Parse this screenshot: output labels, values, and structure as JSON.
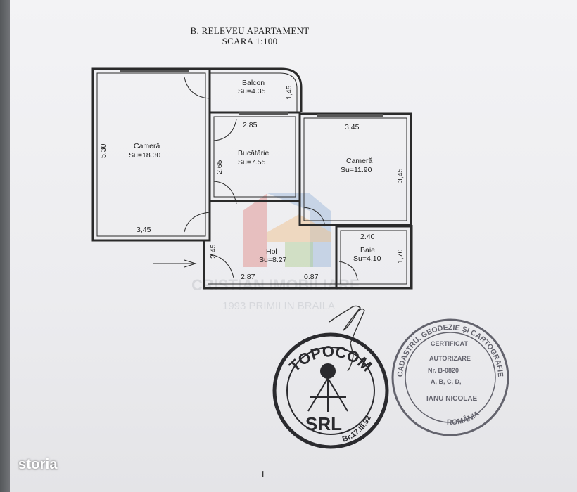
{
  "document": {
    "title_line1": "B. RELEVEU APARTAMENT",
    "title_line2": "SCARA 1:100",
    "page_number": "1"
  },
  "rooms": {
    "balcon": {
      "name": "Balcon",
      "area": "Su=4.35"
    },
    "camera1": {
      "name": "Cameră",
      "area": "Su=18.30"
    },
    "bucatarie": {
      "name": "Bucătărie",
      "area": "Su=7.55"
    },
    "camera2": {
      "name": "Cameră",
      "area": "Su=11.90"
    },
    "hol": {
      "name": "Hol",
      "area": "Su=8.27"
    },
    "baie": {
      "name": "Baie",
      "area": "Su=4.10"
    }
  },
  "dimensions": {
    "camera1_height": "5.30",
    "camera1_width": "3,45",
    "balcon_height": "1,45",
    "bucatarie_width": "2,85",
    "bucatarie_height": "2.65",
    "camera2_width": "3,45",
    "camera2_height": "3,45",
    "hol_height": "2.45",
    "hol_width": "2.87",
    "hol_width2": "0.87",
    "baie_width": "2.40",
    "baie_height": "1,70"
  },
  "watermark": {
    "line1": "CRISTIAN IMOBILIARE",
    "line2": "1993 PRIMII IN BRAILA"
  },
  "stamps": {
    "topocom": {
      "top": "TOPOCOM",
      "bottom": "SRL",
      "ring_tail": "Br.17.III.92"
    },
    "cadastru": {
      "ring_top": "CADASTRU, GEODEZIE ŞI CARTOGRAFIE",
      "ring_bottom": "ROMÂNIA",
      "line1": "CERTIFICAT",
      "line2": "AUTORIZARE",
      "line3": "Nr. B-0820",
      "line4": "A, B, C, D,",
      "line5": "IANU NICOLAE"
    }
  },
  "branding": {
    "logo": "storia"
  },
  "colors": {
    "ink": "#1d1d1d",
    "stamp_ink": "#2a2a2e",
    "watermark_red": "#d9534f",
    "watermark_blue": "#4f86c6",
    "watermark_orange": "#f0a040",
    "watermark_green": "#7cb342"
  }
}
